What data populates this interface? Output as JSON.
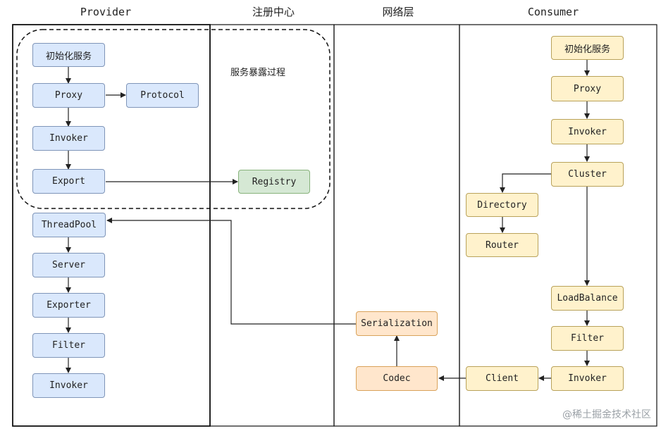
{
  "columns": {
    "provider": "Provider",
    "registry": "注册中心",
    "network": "网络层",
    "consumer": "Consumer"
  },
  "provider": {
    "init": "初始化服务",
    "proxy": "Proxy",
    "protocol": "Protocol",
    "invoker": "Invoker",
    "export": "Export",
    "threadpool": "ThreadPool",
    "server": "Server",
    "exporter": "Exporter",
    "filter": "Filter",
    "invoker2": "Invoker"
  },
  "registry": {
    "note": "服务暴露过程",
    "registry": "Registry"
  },
  "network": {
    "serialization": "Serialization",
    "codec": "Codec"
  },
  "consumer": {
    "init": "初始化服务",
    "proxy": "Proxy",
    "invoker": "Invoker",
    "cluster": "Cluster",
    "directory": "Directory",
    "router": "Router",
    "loadbalance": "LoadBalance",
    "filter": "Filter",
    "invoker2": "Invoker",
    "client": "Client"
  },
  "colors": {
    "blue": "#dae8fc",
    "yellow": "#fff2cc",
    "green": "#d5e8d4",
    "orange": "#ffe6cc"
  },
  "watermark": "@稀土掘金技术社区"
}
